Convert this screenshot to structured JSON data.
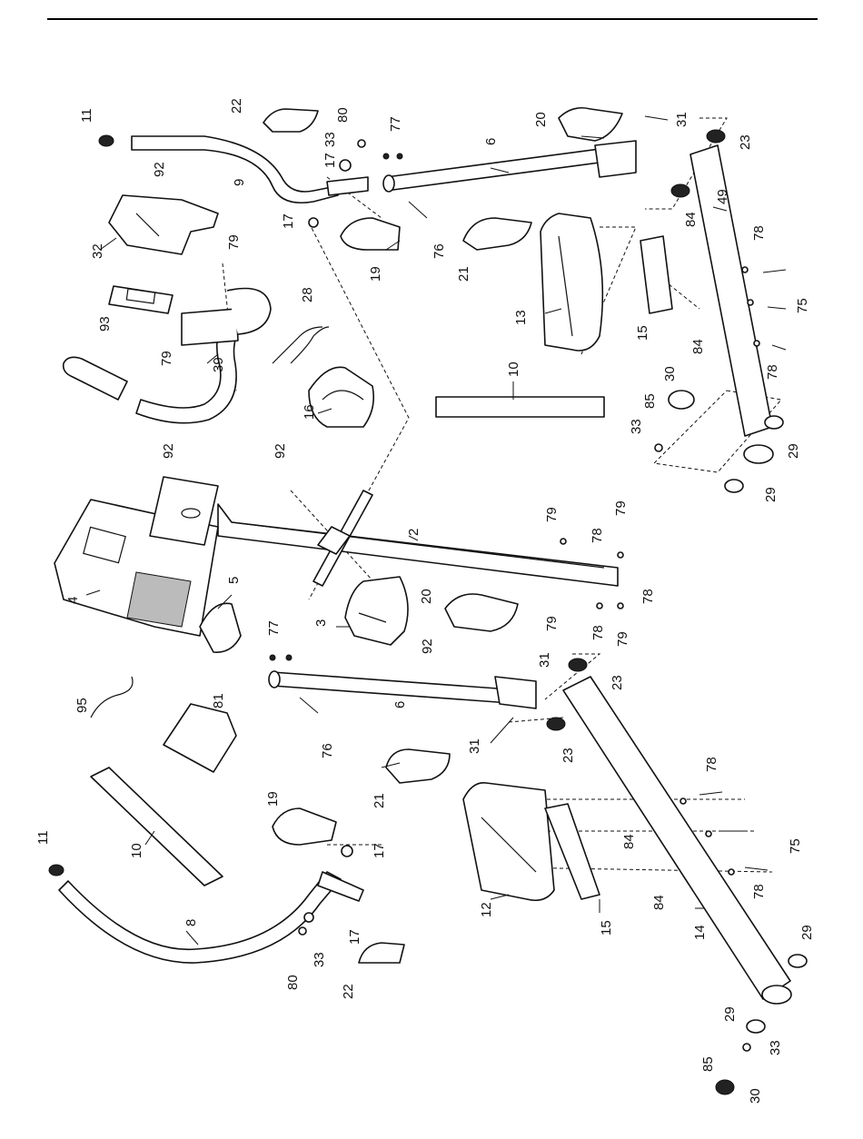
{
  "callouts": [
    "11",
    "9",
    "22",
    "80",
    "33",
    "17",
    "77",
    "6",
    "20",
    "31",
    "23",
    "92",
    "17",
    "32",
    "79",
    "19",
    "76",
    "21",
    "49",
    "84",
    "78",
    "28",
    "13",
    "75",
    "93",
    "79",
    "39",
    "15",
    "84",
    "78",
    "10",
    "16",
    "30",
    "85",
    "33",
    "29",
    "29",
    "92",
    "92",
    "2",
    "4",
    "79",
    "79",
    "78",
    "5",
    "78",
    "20",
    "78",
    "79",
    "3",
    "92",
    "79",
    "77",
    "31",
    "23",
    "95",
    "6",
    "81",
    "76",
    "31",
    "23",
    "21",
    "78",
    "19",
    "84",
    "75",
    "17",
    "10",
    "11",
    "78",
    "84",
    "12",
    "15",
    "8",
    "14",
    "17",
    "29",
    "80",
    "33",
    "22",
    "29",
    "33",
    "85",
    "30"
  ]
}
